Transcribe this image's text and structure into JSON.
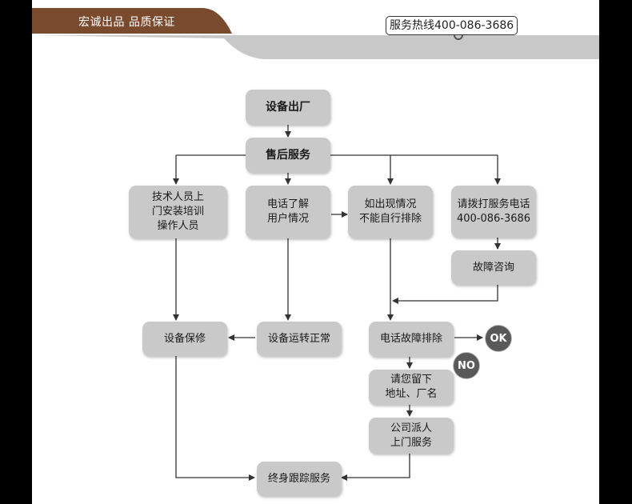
{
  "header": {
    "slogan": "宏诚出品  品质保证",
    "hotline": "服务热线400-086-3686",
    "colors": {
      "brown": "#7a4a2e",
      "gray_band": "#c8c8c8",
      "box_fill": "#c9c9c9",
      "badge_fill": "#595959"
    }
  },
  "flow": {
    "shipment": "设备出厂",
    "after_sales": "售后服务",
    "onsite_training": "技术人员上\n门安装培训\n操作人员",
    "phone_check": "电话了解\n用户情况",
    "self_check": "如出现情况\n不能自行排除",
    "call_hotline": "请拨打服务电话\n400-086-3686",
    "fault_consult": "故障咨询",
    "repair": "设备保修",
    "running_ok": "设备运转正常",
    "phone_troubleshoot": "电话故障排除",
    "ok_badge": "OK",
    "no_badge": "NO",
    "leave_address": "请您留下\n地址、厂名",
    "dispatch": "公司派人\n上门服务",
    "lifetime": "终身跟踪服务"
  }
}
